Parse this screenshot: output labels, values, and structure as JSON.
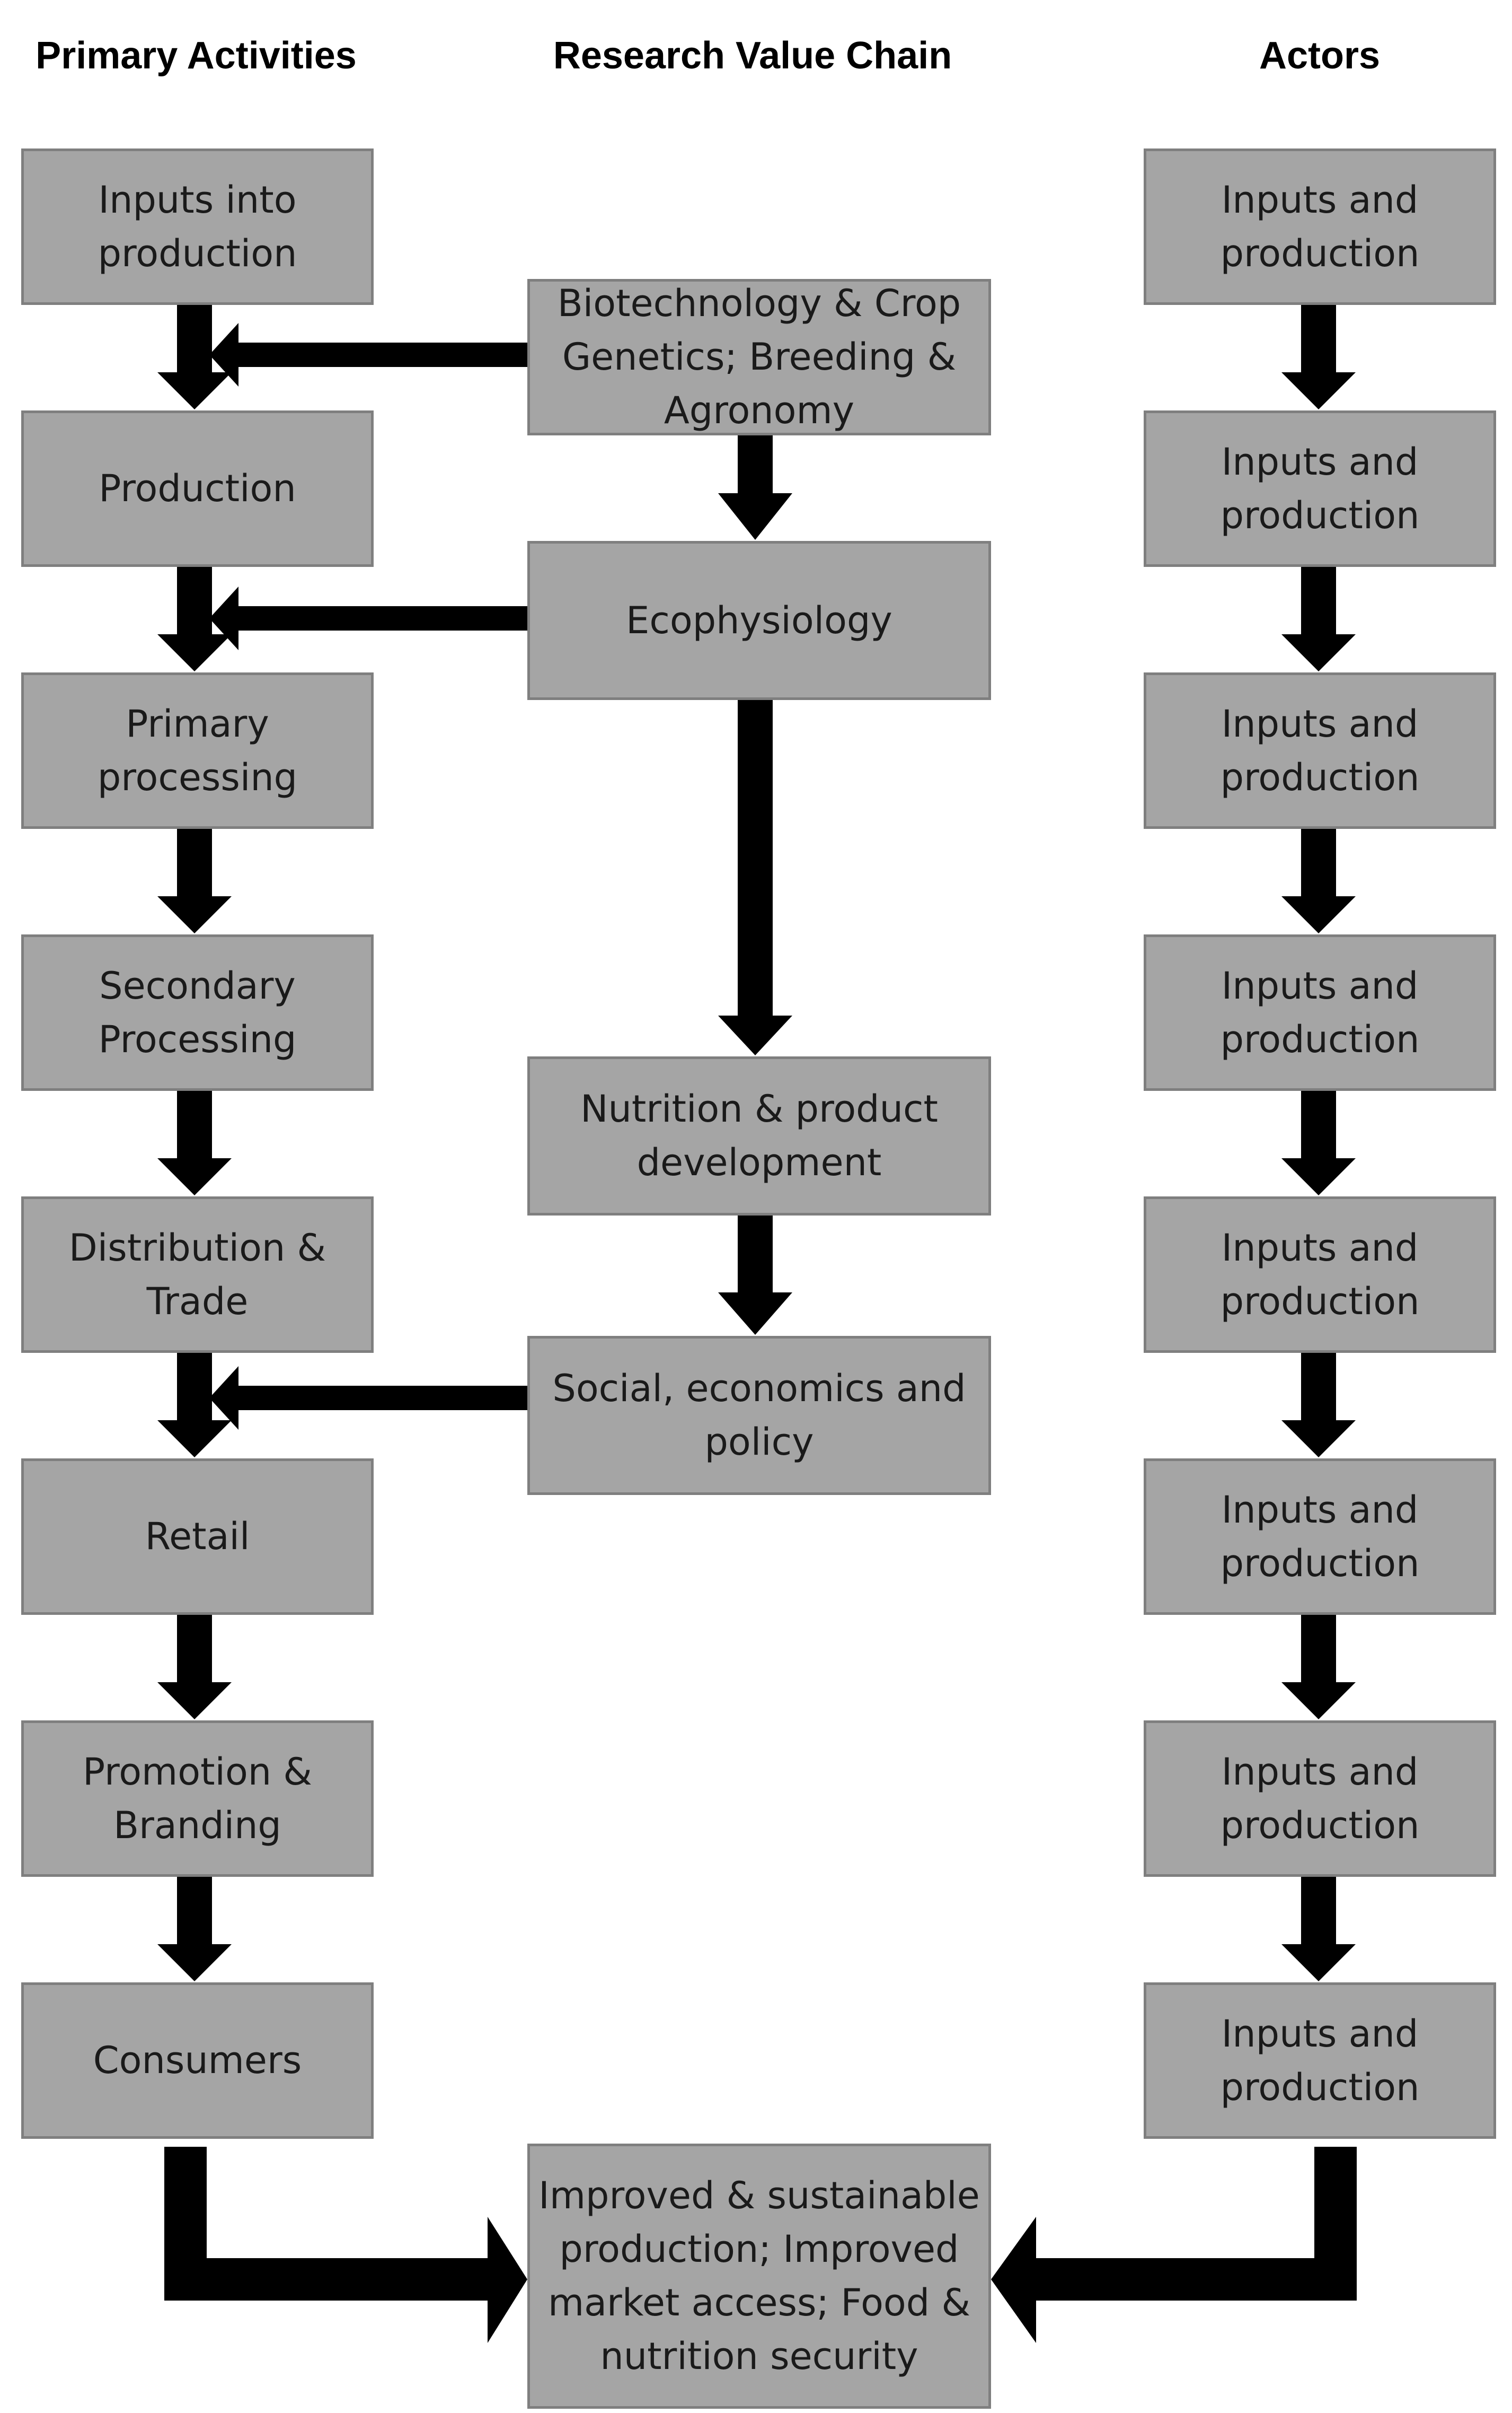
{
  "headers": {
    "primary": "Primary Activities",
    "research": "Research Value Chain",
    "actors": "Actors"
  },
  "primary_activities": [
    "Inputs into production",
    "Production",
    "Primary processing",
    "Secondary Processing",
    "Distribution & Trade",
    "Retail",
    "Promotion & Branding",
    "Consumers"
  ],
  "research_chain": [
    "Biotechnology & Crop Genetics; Breeding & Agronomy",
    "Ecophysiology",
    "Nutrition & product development",
    "Social, economics and policy"
  ],
  "actors": [
    "Inputs and production",
    "Inputs and production",
    "Inputs and production",
    "Inputs and production",
    "Inputs and production",
    "Inputs and production",
    "Inputs and production",
    "Inputs and production"
  ],
  "outcome": "Improved & sustainable production; Improved market access; Food & nutrition security",
  "colors": {
    "box_fill": "#a5a5a5",
    "box_border": "#7f7f7f",
    "arrow": "#000000"
  }
}
